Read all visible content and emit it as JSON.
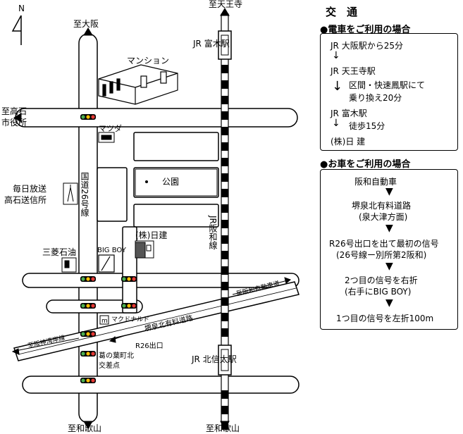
{
  "map": {
    "north_label": "N",
    "dest_osaka": "至大阪",
    "dest_tennoji": "至天王寺",
    "dest_takaishi_line1": "至高石",
    "dest_takaishi_line2": "市役所",
    "dest_wakayama_left": "至和歌山",
    "dest_wakayama_right": "至和歌山",
    "station_tomiki": "JR 富木駅",
    "station_kitashinoda": "JR 北信太駅",
    "mansion": "マンション",
    "mazda": "マツダ",
    "route26_label": "国道26号線",
    "park": "公園",
    "mainichi_line1": "毎日放送",
    "mainichi_line2": "高石送信所",
    "jr_hanwa_line": "JR阪和線",
    "nikken": "(株)日建",
    "mitsubishi": "三菱石油",
    "bigboy": "BIG BOY",
    "mcdonalds": "マクドナルド",
    "toll_road": "堺泉北有料道路",
    "hanwa_expressway": "至阪和自動車道",
    "hanshin_expressway": "至阪神湾岸線",
    "r26_exit": "R26出口",
    "kuzunoha_line1": "葛の葉町北",
    "kuzunoha_line2": "交差点"
  },
  "access": {
    "title": "交　通",
    "train_heading": "●電車をご利用の場合",
    "train_steps": [
      "JR 大阪駅から25分",
      "JR 天王寺駅",
      "区間・快速鳳駅にて",
      "乗り換え20分",
      "JR 富木駅",
      "徒歩15分",
      "(株)日 建"
    ],
    "car_heading": "●お車をご利用の場合",
    "car_steps": [
      "阪和自動車",
      "堺泉北有料道路",
      "(泉大津方面)",
      "R26号出口を出て最初の信号",
      "(26号線ー別所第2阪和)",
      "2つ目の信号を右折",
      "(右手にBIG BOY)",
      "1つ目の信号を左折100m"
    ]
  }
}
